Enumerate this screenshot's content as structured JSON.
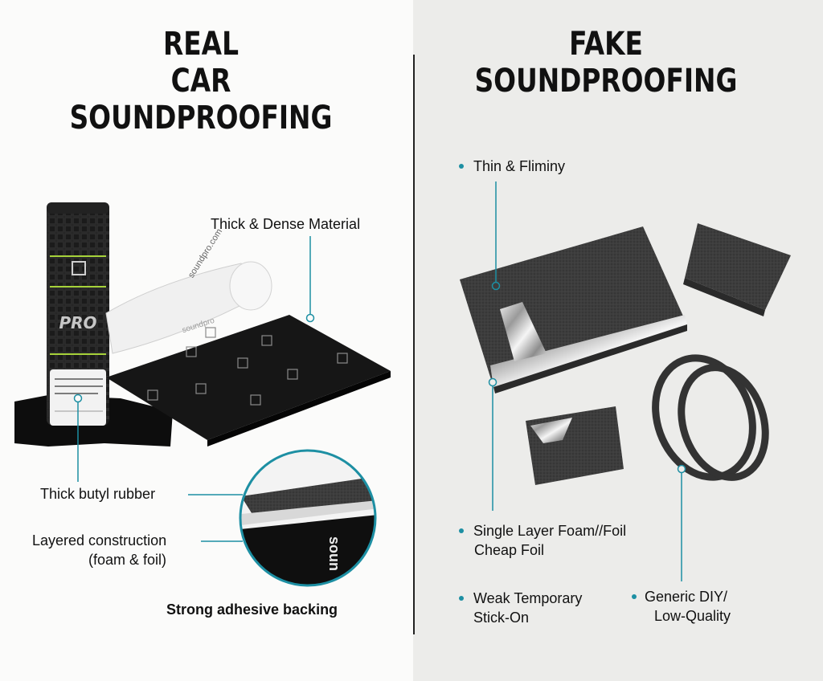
{
  "left": {
    "title_line1": "REAL",
    "title_line2": "CAR SOUNDPROOFING",
    "labels": {
      "thick_dense": "Thick & Dense Material",
      "butyl": "Thick butyl rubber",
      "layered_1": "Layered construction",
      "layered_2": "(foam & foil)",
      "adhesive": "Strong adhesive backing"
    },
    "product": {
      "brand_badge": "PRO",
      "roll_text": "soundpro.com",
      "mat_text": "soundpro",
      "closeup_text": "soun"
    }
  },
  "right": {
    "title_line1": "FAKE",
    "title_line2": "SOUNDPROOFING",
    "labels": {
      "thin": "Thin & Fliminy",
      "single_1": "Single Layer Foam//Foil",
      "single_2": "Cheap Foil",
      "weak_1": "Weak Temporary",
      "weak_2": "Stick-On",
      "generic_1": "Generic DIY/",
      "generic_2": "Low-Quality"
    }
  },
  "colors": {
    "accent": "#1d8fa3",
    "foam": "#3a3a3a",
    "dark": "#111111"
  }
}
